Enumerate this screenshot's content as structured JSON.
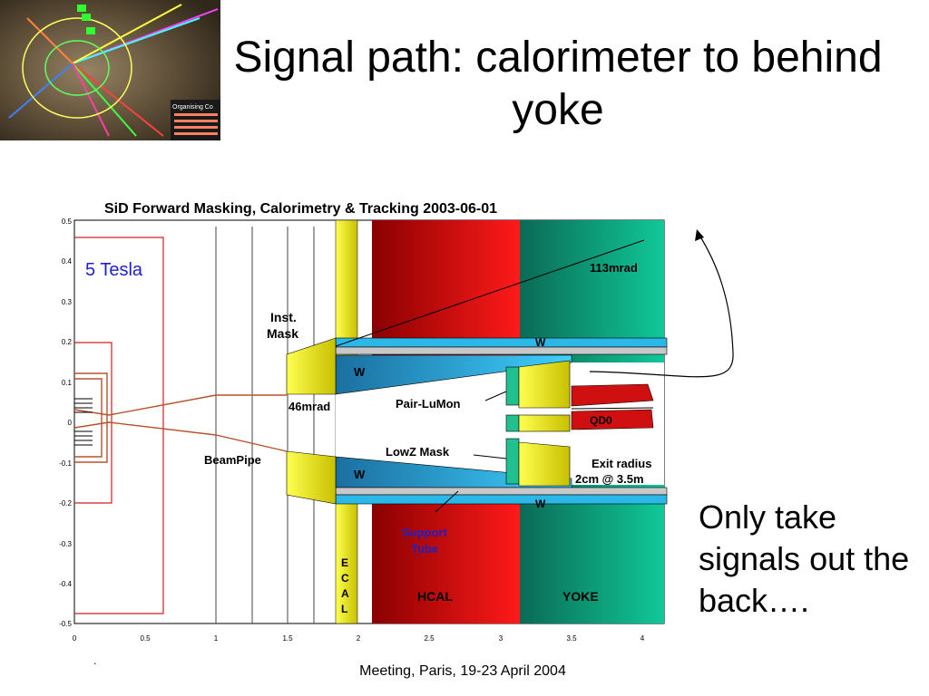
{
  "slide": {
    "title": "Signal path: calorimeter to behind yoke",
    "note": "Only take signals out the back….",
    "footer": "Meeting, Paris, 19-23 April 2004",
    "footer_mark": "."
  },
  "logo": {
    "caption": "Organising Co"
  },
  "diagram": {
    "title": "SiD Forward Masking, Calorimetry & Tracking 2003-06-01",
    "field_label": "5 Tesla",
    "x_ticks": [
      "0",
      "0.5",
      "1",
      "1.5",
      "2",
      "2.5",
      "3",
      "3.5",
      "4"
    ],
    "y_ticks": [
      "0.5",
      "0.4",
      "0.3",
      "0.2",
      "0.1",
      "0",
      "-0.1",
      "-0.2",
      "-0.3",
      "-0.4",
      "-0.5"
    ],
    "labels": {
      "inst_mask": "Inst.",
      "inst_mask2": "Mask",
      "angle_46": "46mrad",
      "angle_113": "113mrad",
      "w_top_band": "W",
      "w_top_cone": "W",
      "w_bottom_cone": "W",
      "w_bottom_band": "W",
      "pair_lumon": "Pair-LuMon",
      "qd0": "QD0",
      "lowz_mask": "LowZ Mask",
      "beampipe": "BeamPipe",
      "exit_radius": "Exit radius",
      "exit_radius2": "2cm @ 3.5m",
      "support_tube": "Support",
      "support_tube2": "Tube",
      "ecal_e": "E",
      "ecal_c": "C",
      "ecal_a": "A",
      "ecal_l": "L",
      "hcal": "HCAL",
      "yoke": "YOKE"
    },
    "colors": {
      "ecal": "#f2ef1a",
      "hcal_dark": "#8a0000",
      "hcal_light": "#ff1a1a",
      "yoke_dark": "#0a6a55",
      "yoke_light": "#10c898",
      "tungsten": "#2ab8e8",
      "beampipe": "#b5532a"
    }
  }
}
